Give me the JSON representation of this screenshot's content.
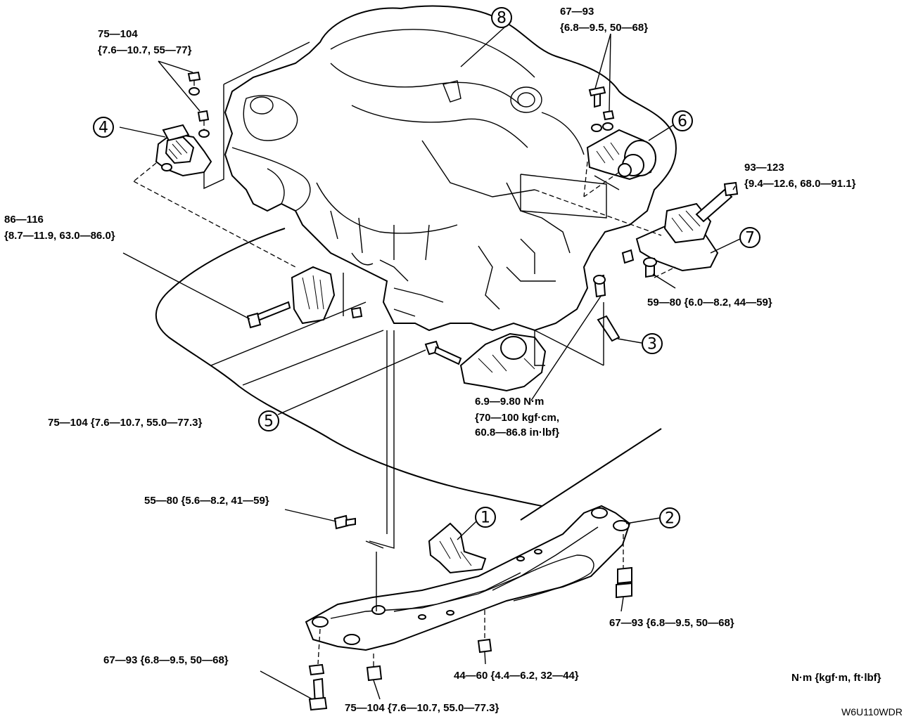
{
  "diagram": {
    "callouts": [
      "1",
      "2",
      "3",
      "4",
      "5",
      "6",
      "7",
      "8"
    ],
    "torque_specs": {
      "mount4_nut": [
        "75—104",
        "{7.6—10.7, 55—77}"
      ],
      "mount6_bolt": [
        "67—93",
        "{6.8—9.5, 50—68}"
      ],
      "mount7_bolt": [
        "93—123",
        "{9.4—12.6, 68.0—91.1}"
      ],
      "left_bolt": [
        "86—116",
        "{8.7—11.9, 63.0—86.0}"
      ],
      "mount7_nut": "59—80 {6.0—8.2, 44—59}",
      "heat_shield_bolt": [
        "6.9—9.80 N·m",
        "{70—100 kgf·cm,",
        "60.8—86.8 in·lbf}"
      ],
      "mount5_bolt": "75—104 {7.6—10.7, 55.0—77.3}",
      "crossmember_bolt": "55—80 {5.6—8.2, 41—59}",
      "right_rear_nut": "67—93 {6.8—9.5, 50—68}",
      "left_rear_nut": "67—93 {6.8—9.5, 50—68}",
      "center_nut": "44—60 {4.4—6.2, 32—44}",
      "front_nut": "75—104 {7.6—10.7, 55.0—77.3}"
    },
    "units": "N·m {kgf·m, ft·lbf}",
    "figure_code": "W6U110WDR"
  }
}
